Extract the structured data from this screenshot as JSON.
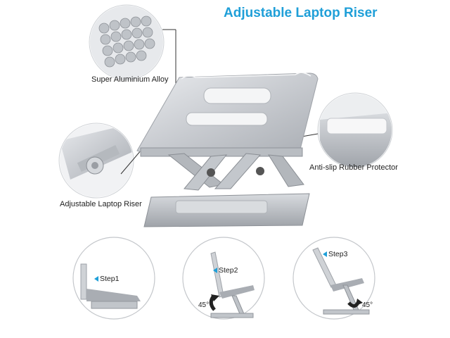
{
  "title": "Adjustable Laptop Riser",
  "callouts": {
    "top": "Super Aluminium Alloy",
    "left": "Adjustable Laptop Riser",
    "right": "Anti-slip Rubber Protector"
  },
  "steps": [
    {
      "label": "Step1"
    },
    {
      "label": "Step2",
      "angle": "45°"
    },
    {
      "label": "Step3",
      "angle": "45°"
    }
  ],
  "colors": {
    "accent": "#1f9fd8",
    "callout_line": "#333333",
    "metal": "#c9ccd0"
  }
}
